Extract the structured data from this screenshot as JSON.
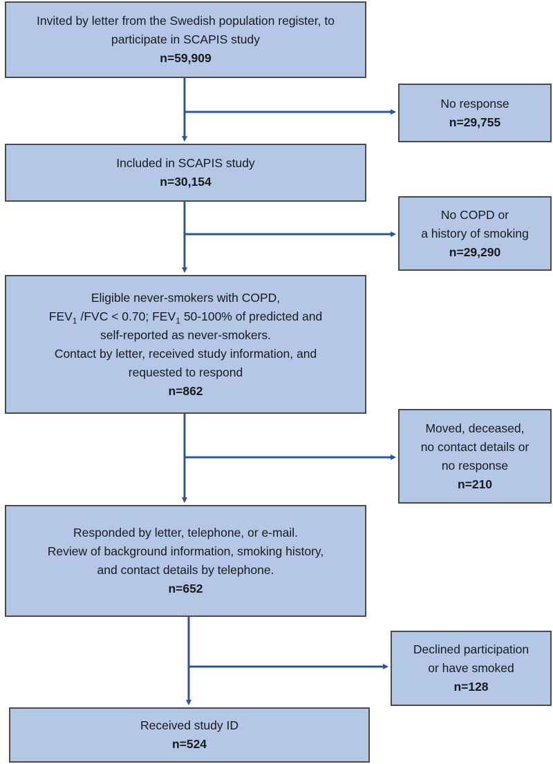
{
  "boxes": {
    "invited": {
      "lines": [
        "Invited by letter from the Swedish population register, to",
        "participate in SCAPIS study"
      ],
      "count": "n=59,909"
    },
    "no_response": {
      "lines": [
        "No response"
      ],
      "count": "n=29,755"
    },
    "included": {
      "lines": [
        "Included in SCAPIS study"
      ],
      "count": "n=30,154"
    },
    "no_copd": {
      "lines": [
        "No COPD or",
        "a history of smoking"
      ],
      "count": "n=29,290"
    },
    "eligible": {
      "line1": "Eligible never-smokers with COPD,",
      "line2": {
        "fev": "FEV",
        "sub1": "1",
        "mid": " /FVC < 0.70; FEV",
        "sub2": "1",
        "end": " 50-100% of predicted and"
      },
      "line3": "self-reported as never-smokers.",
      "line4": "Contact by letter, received study information, and",
      "line5": "requested to respond",
      "count": "n=862"
    },
    "moved": {
      "lines": [
        "Moved, deceased,",
        "no contact details or",
        "no response"
      ],
      "count": "n=210"
    },
    "responded": {
      "lines": [
        "Responded by letter, telephone, or e-mail.",
        "Review of background information, smoking history,",
        "and contact details by telephone."
      ],
      "count": "n=652"
    },
    "declined": {
      "lines": [
        "Declined participation",
        "or have smoked"
      ],
      "count": "n=128"
    },
    "received": {
      "lines": [
        "Received study ID"
      ],
      "count": "n=524"
    }
  },
  "colors": {
    "box_fill": "#b4c7e7",
    "box_border": "#4a4a4a",
    "arrow": "#2f5597"
  }
}
